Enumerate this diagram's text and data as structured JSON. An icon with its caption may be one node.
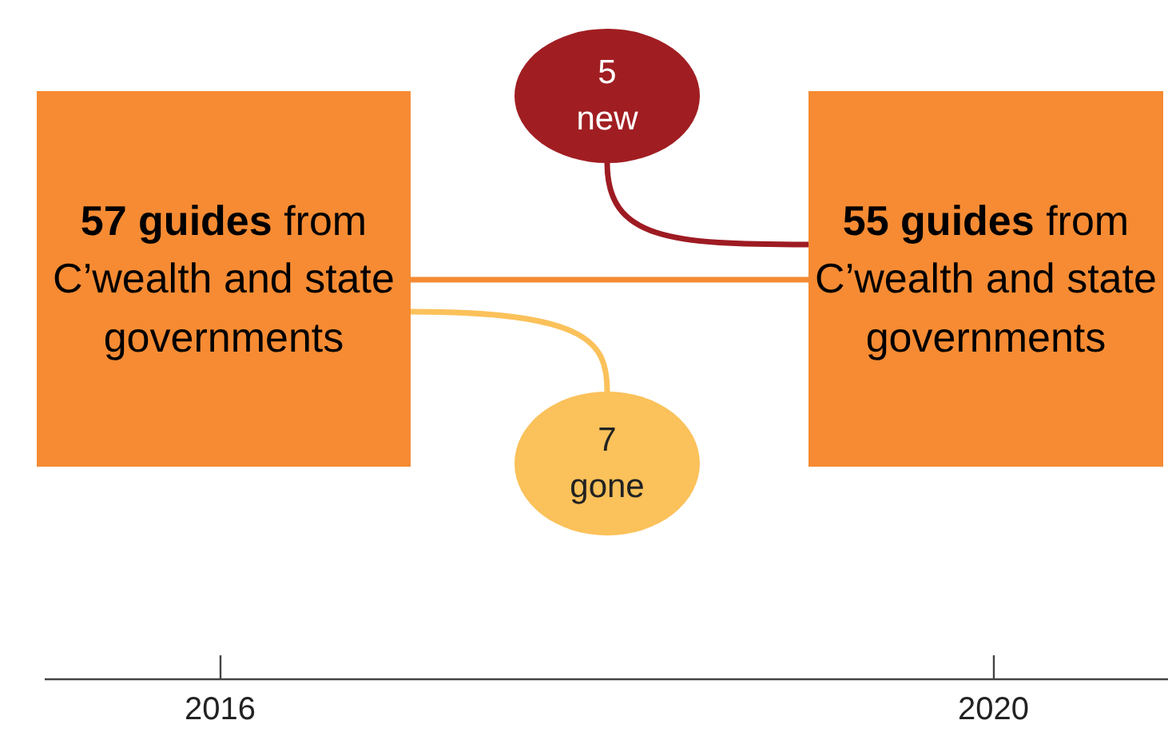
{
  "diagram": {
    "nodes": [
      {
        "text": [
          "**57 guides** from C’wealth and state governments"
        ]
      },
      {
        "text": [
          "**55 guides** from C’wealth and state governments"
        ]
      },
      {
        "text": [
          "5 new"
        ]
      },
      {
        "text": [
          "7 gone"
        ]
      }
    ],
    "edges": [
      {
        "from": 0,
        "to": 1,
        "arrow": "none",
        "color": "#f58a33"
      },
      {
        "from": 2,
        "to": 1,
        "arrow": "none",
        "color": "#9e1b22"
      },
      {
        "from": 0,
        "to": 3,
        "arrow": "none",
        "color": "#fbc15a"
      }
    ],
    "labels": [
      "2016",
      "2020"
    ]
  }
}
